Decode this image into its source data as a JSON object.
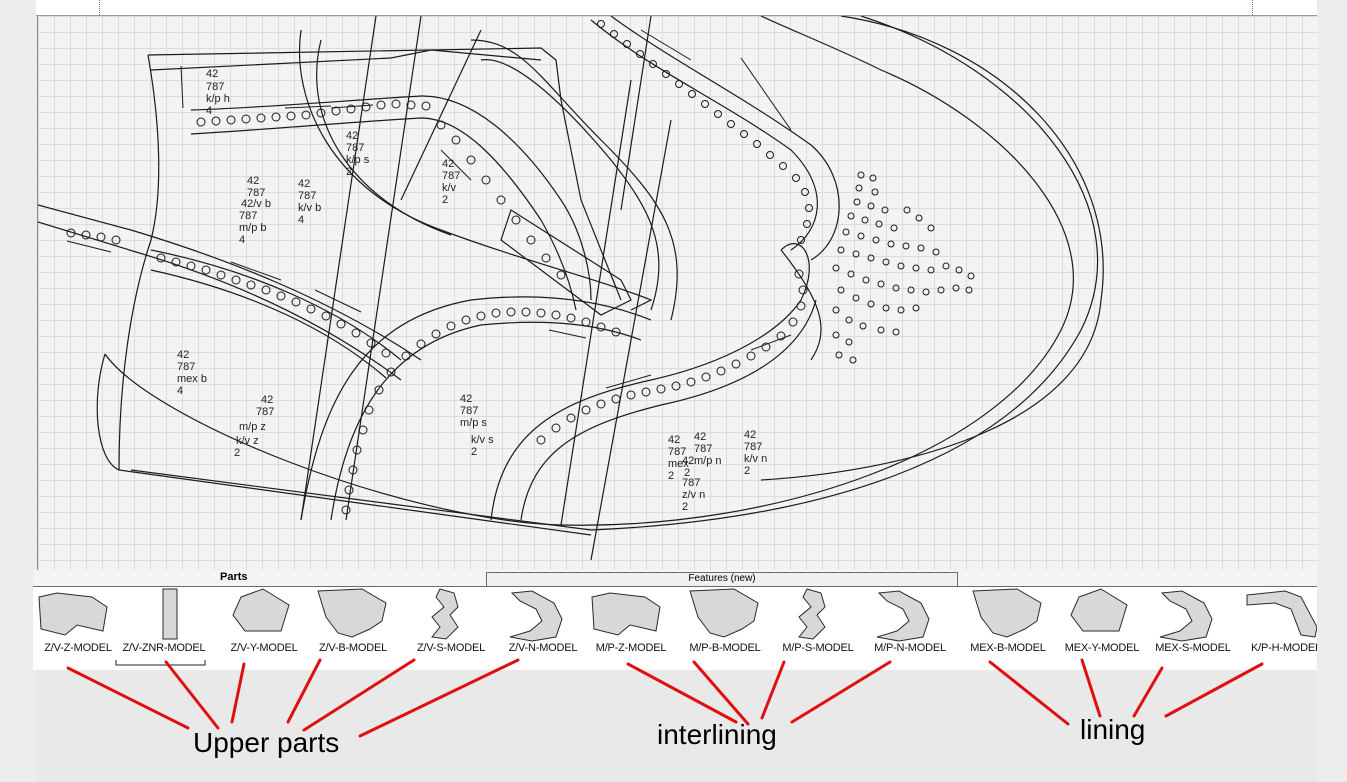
{
  "tabs": {
    "parts": "Parts",
    "features": "Features (new)"
  },
  "canvas_labels": [
    "42",
    "787",
    "k/p h",
    "4",
    "42",
    "787",
    "k/p s",
    "2",
    "42",
    "787",
    "k/v",
    "2",
    "42",
    "787",
    "42/v b",
    "787",
    "m/p b",
    "4",
    "42",
    "787",
    "k/v b",
    "4",
    "42",
    "787",
    "mex b",
    "4",
    "42",
    "787",
    "m/p z",
    "k/v z",
    "2",
    "42",
    "787",
    "m/p s",
    "k/v s",
    "2",
    "42",
    "787",
    "mex",
    "2",
    "42",
    "787",
    "m/p n",
    "2",
    "42",
    "787",
    "k/v n",
    "2",
    "42",
    "787",
    "z/v n",
    "2"
  ],
  "parts": [
    {
      "name": "Z/V-Z-MODEL",
      "shape": "vamp"
    },
    {
      "name": "Z/V-ZNR-MODEL",
      "shape": "strip"
    },
    {
      "name": "Z/V-Y-MODEL",
      "shape": "block"
    },
    {
      "name": "Z/V-B-MODEL",
      "shape": "heel"
    },
    {
      "name": "Z/V-S-MODEL",
      "shape": "s-curve"
    },
    {
      "name": "Z/V-N-MODEL",
      "shape": "crescent"
    },
    {
      "name": "M/P-Z-MODEL",
      "shape": "vamp"
    },
    {
      "name": "M/P-B-MODEL",
      "shape": "heel"
    },
    {
      "name": "M/P-S-MODEL",
      "shape": "s-curve"
    },
    {
      "name": "M/P-N-MODEL",
      "shape": "crescent"
    },
    {
      "name": "MEX-B-MODEL",
      "shape": "heel"
    },
    {
      "name": "MEX-Y-MODEL",
      "shape": "block"
    },
    {
      "name": "MEX-S-MODEL",
      "shape": "crescent"
    },
    {
      "name": "K/P-H-MODEL",
      "shape": "strip-horizontal"
    }
  ],
  "annotations": {
    "upper": "Upper parts",
    "interlining": "interlining",
    "lining": "lining",
    "arrow_color": "#e01010"
  }
}
